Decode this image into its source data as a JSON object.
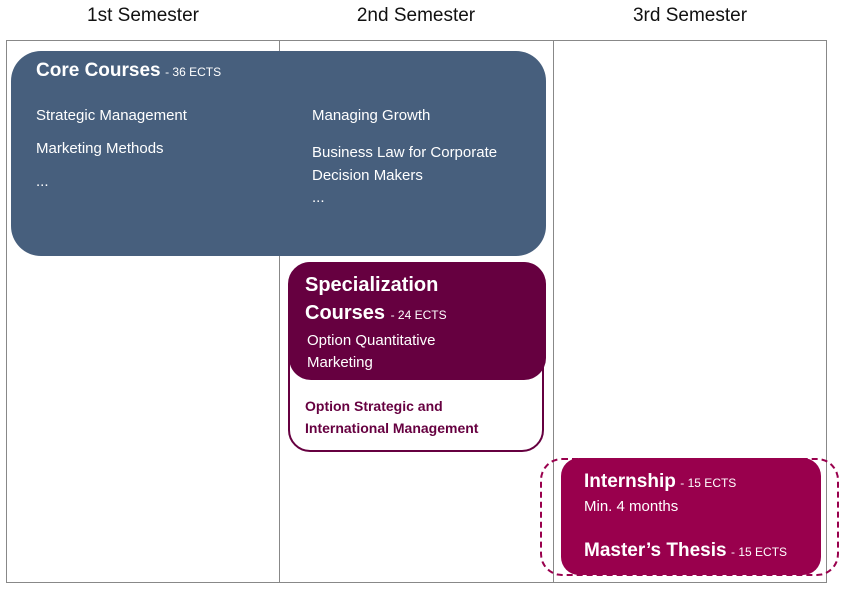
{
  "headers": [
    "1st Semester",
    "2nd Semester",
    "3rd Semester"
  ],
  "core": {
    "title": "Core Courses",
    "ects": "- 36 ECTS",
    "col1": [
      "Strategic Management",
      "Marketing Methods",
      "..."
    ],
    "col2": [
      "Managing Growth",
      "Business Law for Corporate Decision Makers",
      "..."
    ]
  },
  "spec": {
    "title1": "Specialization",
    "title2": "Courses",
    "ects": "- 24 ECTS",
    "option1": "Option Quantitative Marketing",
    "option2": "Option Strategic and International Management"
  },
  "internship": {
    "title": "Internship",
    "ects": "- 15 ECTS",
    "duration": "Min. 4 months"
  },
  "thesis": {
    "title": "Master’s Thesis",
    "ects": "- 15 ECTS"
  },
  "colors": {
    "core": "#475f7d",
    "spec": "#660040",
    "internship": "#99004d"
  }
}
